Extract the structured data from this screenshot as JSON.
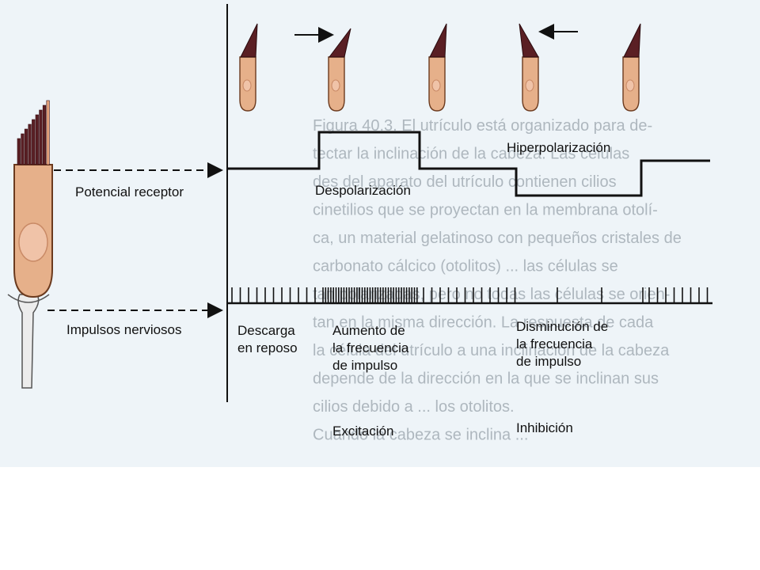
{
  "labels": {
    "potencial_receptor": "Potencial receptor",
    "impulsos_nerviosos": "Impulsos nerviosos",
    "despolarizacion": "Despolarización",
    "hiperpolarizacion": "Hiperpolarización",
    "descarga_en_reposo": "Descarga\nen reposo",
    "aumento_frecuencia": "Aumento de\nla frecuencia\nde impulso",
    "disminucion_frecuencia": "Disminución de\nla frecuencia\nde impulso",
    "excitacion": "Excitación",
    "inhibicion": "Inhibición"
  },
  "background_text": [
    "Figura 40.3. El utrículo está organizado para de-",
    "tectar la inclinación de la cabeza. Las células",
    "des del aparato del utrículo contienen cilios",
    "cinetilios que se proyectan en la membrana otolí-",
    "ca, un material gelatinoso con pequeños cristales de",
    "carbonato cálcico (otolitos) ... las células se",
    "tan polarizadas, pero no todas las células se orien-",
    "tan en la misma dirección. La respuesta de cada",
    "la célula del utrículo a una inclinación de la cabeza",
    "depende de la dirección en la que se inclinan sus",
    "cilios debido a ... los otolitos.",
    "Cuando la cabeza se inclina ..."
  ],
  "colors": {
    "cell_body": "#e6b08a",
    "cell_outline": "#6b3a1e",
    "cilia_dark": "#5a1f24",
    "nucleus": "#f0c3a8",
    "axon": "#ececec",
    "line": "#111111",
    "background_tint": "#eef4f8"
  },
  "states": [
    {
      "cilia": "neutral",
      "arrow": "none"
    },
    {
      "cilia": "toward-kinocilium",
      "arrow": "right"
    },
    {
      "cilia": "neutral",
      "arrow": "none"
    },
    {
      "cilia": "away-from-kinocilium",
      "arrow": "left"
    },
    {
      "cilia": "neutral",
      "arrow": "none"
    }
  ],
  "receptor_potential_levels": [
    "baseline",
    "depolarized",
    "baseline",
    "hyperpolarized"
  ],
  "impulse_frequency_phases": [
    "resting",
    "increased",
    "resting",
    "decreased"
  ]
}
